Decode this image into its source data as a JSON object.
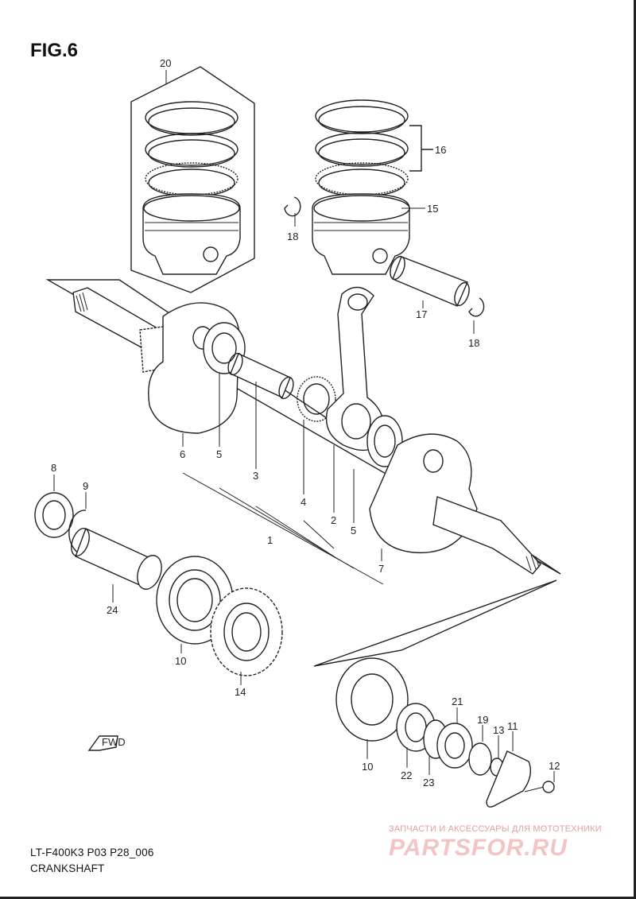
{
  "figure": {
    "title": "FIG.6"
  },
  "footer": {
    "model_code": "LT-F400K3 P03 P28_006",
    "section_name": "CRANKSHAFT"
  },
  "watermark": {
    "tagline": "ЗАПЧАСТИ И АКСЕССУАРЫ ДЛЯ МОТОТЕХНИКИ",
    "logo_text": "PARTSFOR.RU"
  },
  "fwd_marker": {
    "label": "FWD"
  },
  "callouts": [
    {
      "id": "c20",
      "label": "20"
    },
    {
      "id": "c16",
      "label": "16"
    },
    {
      "id": "c15",
      "label": "15"
    },
    {
      "id": "c18a",
      "label": "18"
    },
    {
      "id": "c17",
      "label": "17"
    },
    {
      "id": "c18b",
      "label": "18"
    },
    {
      "id": "c6",
      "label": "6"
    },
    {
      "id": "c5a",
      "label": "5"
    },
    {
      "id": "c3",
      "label": "3"
    },
    {
      "id": "c4",
      "label": "4"
    },
    {
      "id": "c2",
      "label": "2"
    },
    {
      "id": "c5b",
      "label": "5"
    },
    {
      "id": "c1",
      "label": "1"
    },
    {
      "id": "c7",
      "label": "7"
    },
    {
      "id": "c8",
      "label": "8"
    },
    {
      "id": "c9",
      "label": "9"
    },
    {
      "id": "c24",
      "label": "24"
    },
    {
      "id": "c10a",
      "label": "10"
    },
    {
      "id": "c14",
      "label": "14"
    },
    {
      "id": "c10b",
      "label": "10"
    },
    {
      "id": "c22",
      "label": "22"
    },
    {
      "id": "c23",
      "label": "23"
    },
    {
      "id": "c21",
      "label": "21"
    },
    {
      "id": "c19",
      "label": "19"
    },
    {
      "id": "c13",
      "label": "13"
    },
    {
      "id": "c11",
      "label": "11"
    },
    {
      "id": "c12",
      "label": "12"
    }
  ]
}
